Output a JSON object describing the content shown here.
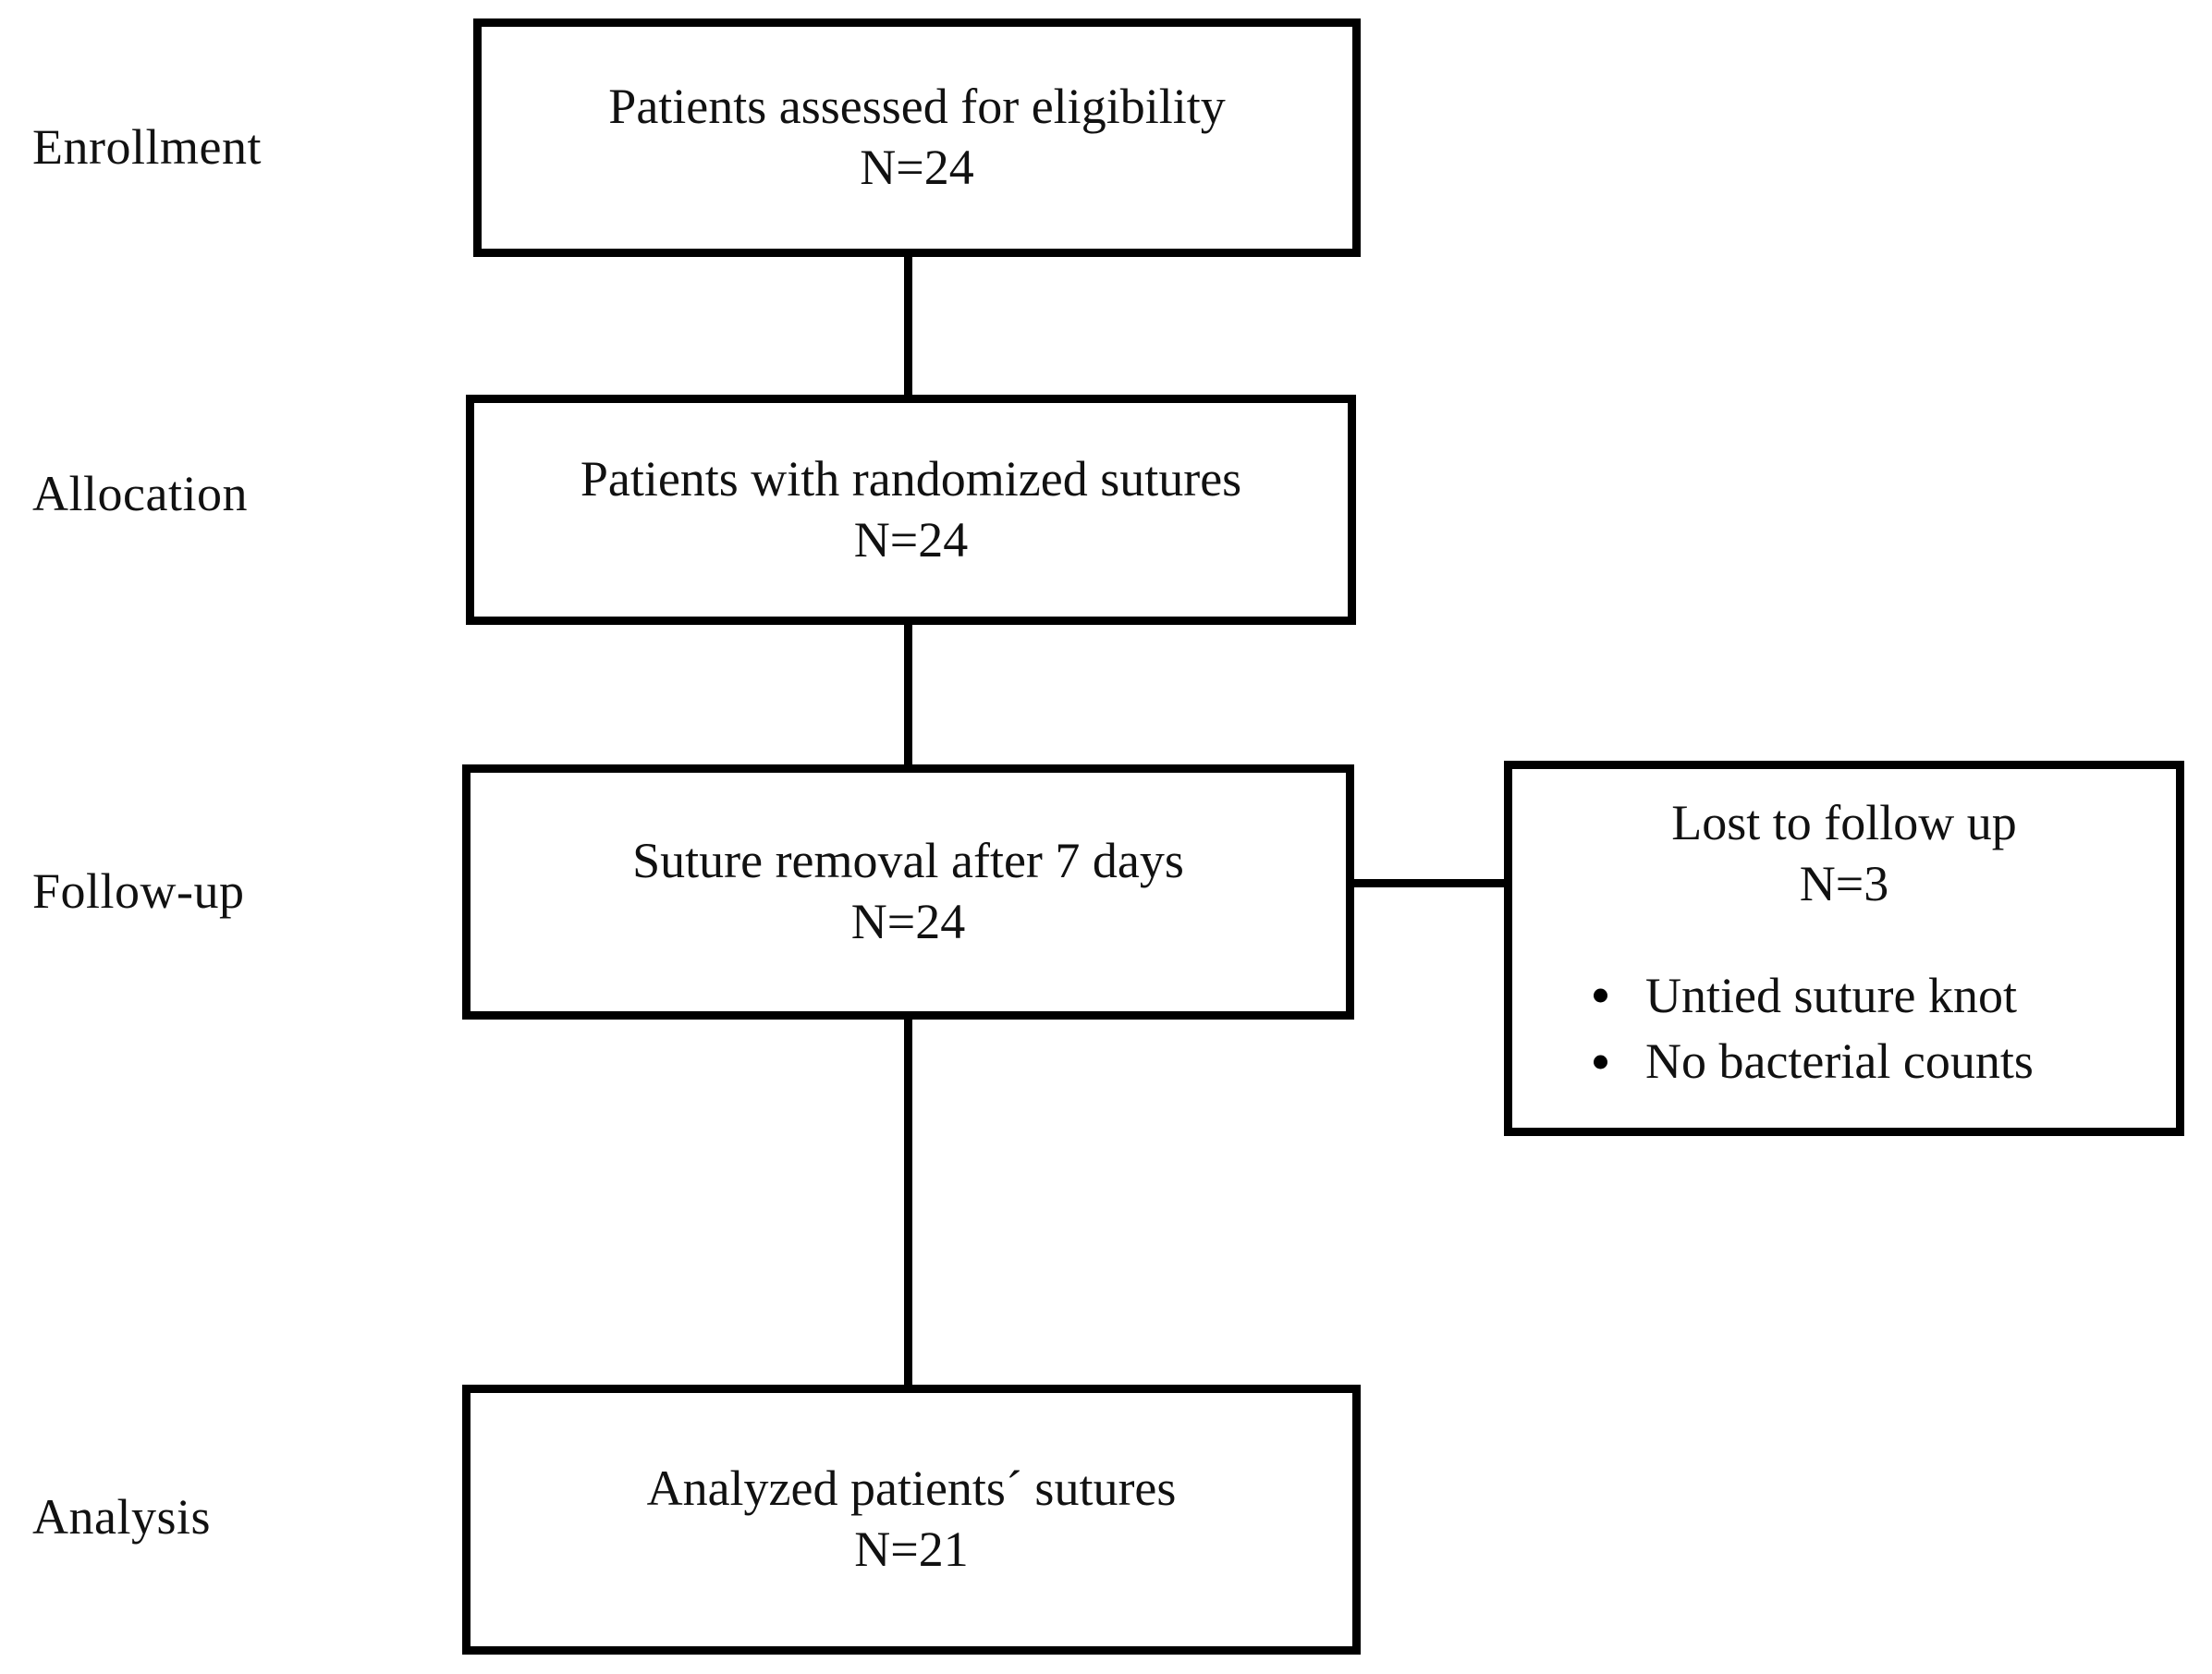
{
  "figure": {
    "type": "consort-flow-diagram",
    "background_color": "#ffffff",
    "line_color": "#000000",
    "text_color": "#111111"
  },
  "stages": [
    {
      "key": "enrollment",
      "label": "Enrollment"
    },
    {
      "key": "allocation",
      "label": "Allocation"
    },
    {
      "key": "followup",
      "label": "Follow-up"
    },
    {
      "key": "analysis",
      "label": "Analysis"
    }
  ],
  "boxes": {
    "enrollment": {
      "line1": "Patients assessed for eligibility",
      "line2": "N=24",
      "n": 24
    },
    "allocation": {
      "line1": "Patients with randomized sutures",
      "line2": "N=24",
      "n": 24
    },
    "followup": {
      "line1": "Suture removal after 7 days",
      "line2": "N=24",
      "n": 24
    },
    "analysis": {
      "line1": "Analyzed patients´ sutures",
      "line2": "N=21",
      "n": 21
    }
  },
  "exclusion": {
    "line1": "Lost to follow up",
    "line2": "N=3",
    "n": 3,
    "reasons": [
      "Untied suture knot",
      "No bacterial counts"
    ]
  }
}
